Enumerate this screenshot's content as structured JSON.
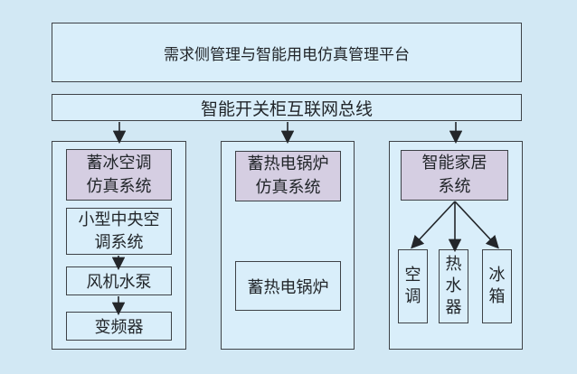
{
  "colors": {
    "background": "#d2e8f4",
    "box_fill": "#d9eefa",
    "header_fill": "#d5cee2",
    "border": "#3e4247",
    "text": "#22262a"
  },
  "platform": {
    "title": "需求侧管理与智能用电仿真管理平台"
  },
  "bus": {
    "label": "智能开关柜互联网总线"
  },
  "columns": {
    "ice_storage": {
      "header": "蓄冰空调\n仿真系统",
      "items": {
        "central_ac": "小型中央空\n调系统",
        "fan_pump": "风机水泵",
        "inverter": "变频器"
      }
    },
    "heat_boiler": {
      "header": "蓄热电锅炉\n仿真系统",
      "items": {
        "boiler": "蓄热电锅炉"
      }
    },
    "smart_home": {
      "header": "智能家居\n系统",
      "items": {
        "ac": "空调",
        "water_heater": "热水器",
        "fridge": "冰箱"
      }
    }
  }
}
